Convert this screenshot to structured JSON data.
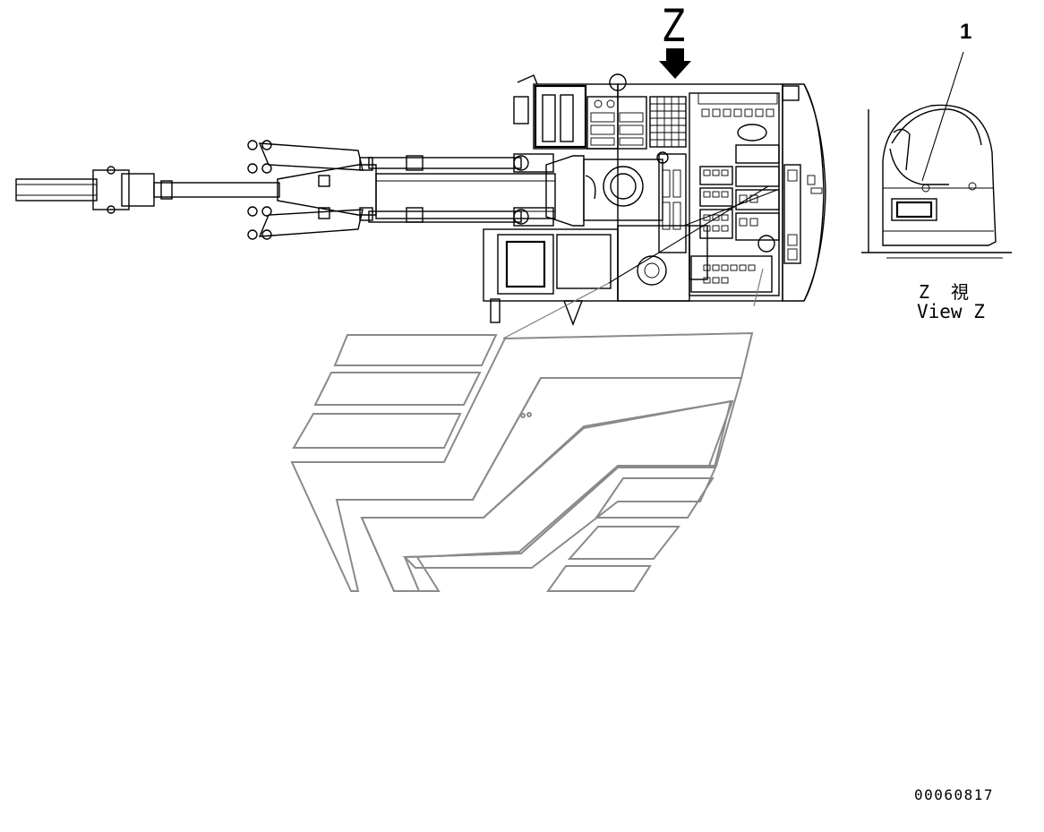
{
  "labels": {
    "view_letter": "Z",
    "callout_number": "1",
    "view_caption_jp": "Z　視",
    "view_caption_en": "View Z",
    "drawing_number": "00060817"
  },
  "colors": {
    "line": "#000000",
    "decal_outline": "#8a8a8a",
    "background": "#ffffff"
  }
}
